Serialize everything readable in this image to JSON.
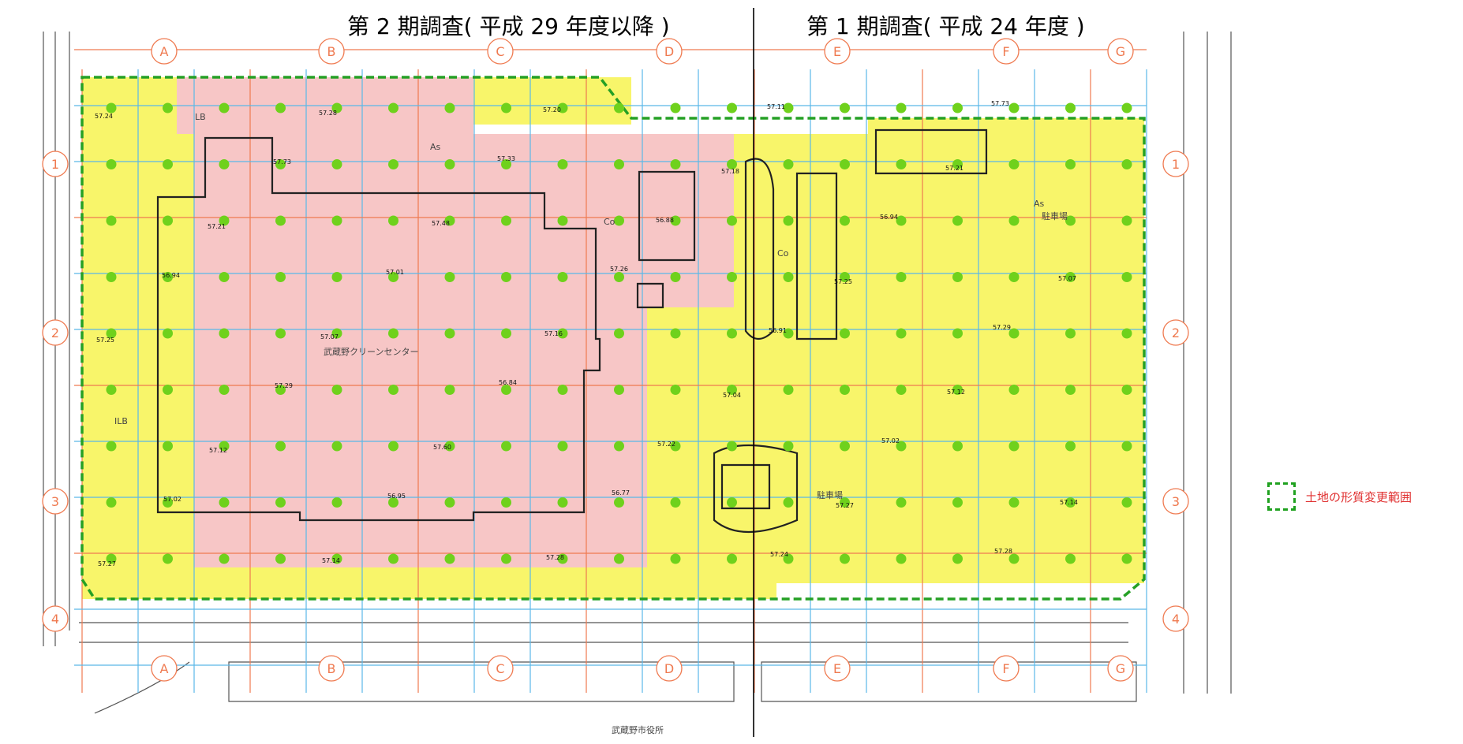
{
  "titles": {
    "left": "第 2 期調査( 平成 29 年度以降 )",
    "right": "第 1 期調査( 平成 24 年度 )"
  },
  "legend": {
    "label": "土地の形質変更範囲",
    "border_color": "#1fa11f",
    "text_color": "#e03030"
  },
  "colors": {
    "phase2_fill": "#f7c6c6",
    "phase1_fill": "#f8f56a",
    "grid_major": "#ef7a50",
    "grid_minor": "#5ab8e8",
    "boundary": "#25a025",
    "sample_point": "#6fd11c"
  },
  "column_labels": [
    "A",
    "B",
    "C",
    "D",
    "E",
    "F",
    "G"
  ],
  "row_labels": [
    "1",
    "2",
    "3",
    "4"
  ],
  "map_labels": {
    "center_building": "武蔵野クリーンセンター",
    "city_hall": "武蔵野市役所",
    "as1": "As",
    "as2": "As",
    "co1": "Co",
    "co2": "Co",
    "lb": "LB",
    "ilb": "ILB",
    "parking": "駐車場",
    "parking2": "駐車場"
  },
  "elevation_labels": [
    "57.24",
    "57.25",
    "57.27",
    "56.94",
    "57.02",
    "57.21",
    "57.12",
    "57.73",
    "57.29",
    "57.28",
    "57.07",
    "57.14",
    "57.01",
    "56.95",
    "57.48",
    "57.60",
    "57.33",
    "56.84",
    "57.20",
    "57.16",
    "57.28",
    "57.26",
    "56.77",
    "56.88",
    "57.22",
    "57.18",
    "57.04",
    "57.11",
    "56.91"
  ]
}
